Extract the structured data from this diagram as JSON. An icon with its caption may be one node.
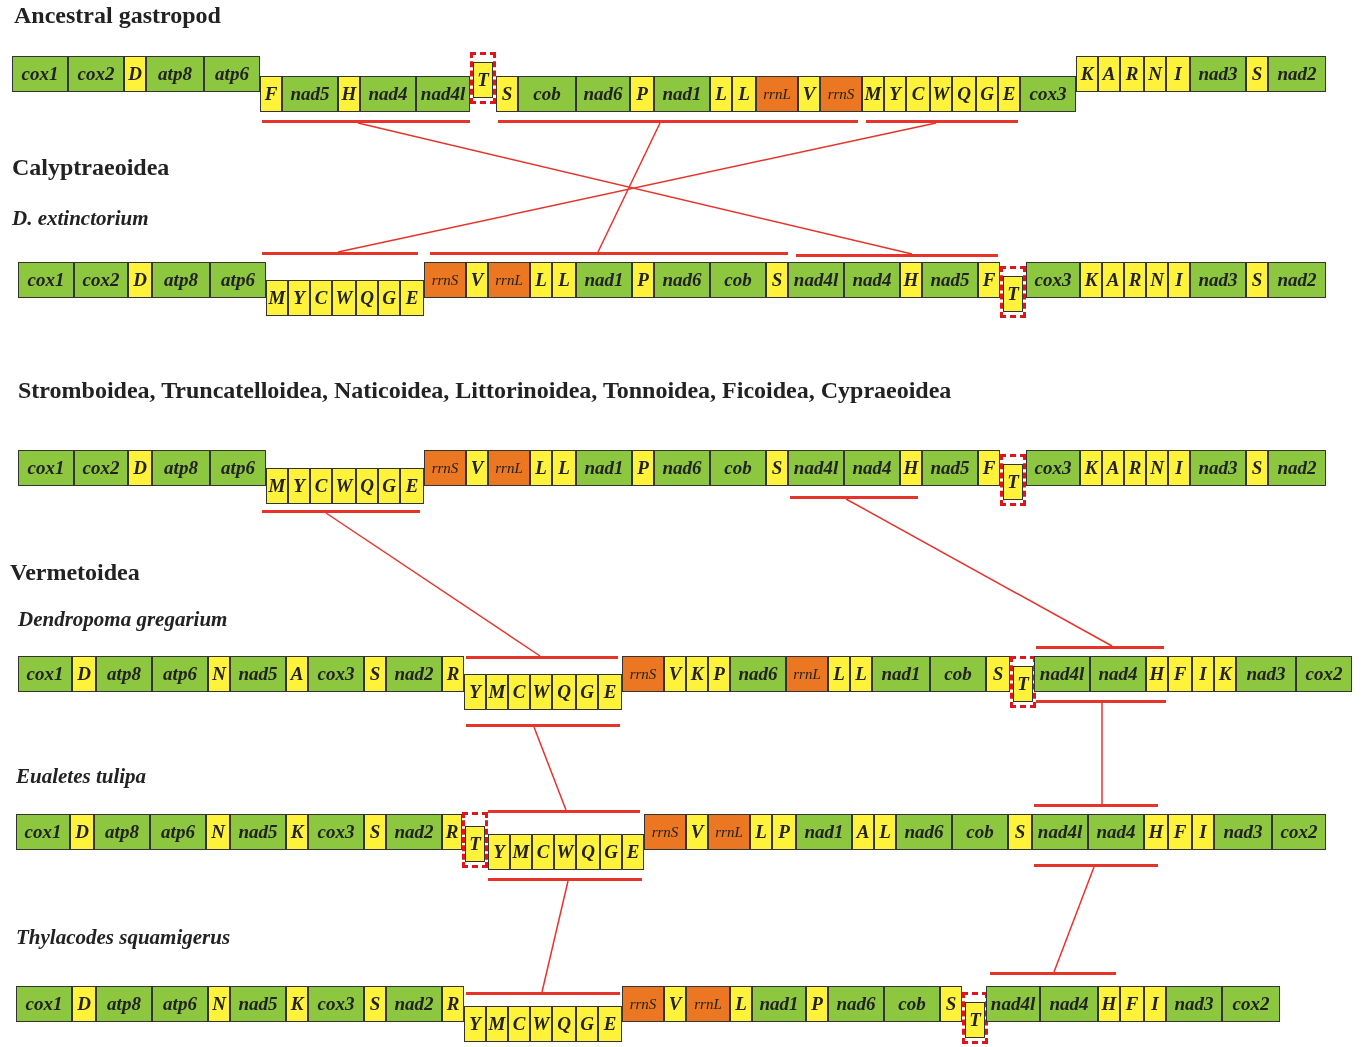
{
  "diagram": {
    "nodes": [
      {
        "text": [
          "cox1"
        ]
      },
      {
        "text": [
          "cox2"
        ]
      },
      {
        "text": [
          "D"
        ]
      },
      {
        "text": [
          "atp8"
        ]
      },
      {
        "text": [
          "atp6"
        ]
      },
      {
        "text": [
          "F"
        ]
      },
      {
        "text": [
          "nad5"
        ]
      },
      {
        "text": [
          "H"
        ]
      },
      {
        "text": [
          "nad4"
        ]
      },
      {
        "text": [
          "nad4l"
        ]
      },
      {
        "text": [],
        "shape": "box"
      },
      {
        "text": [
          "T"
        ],
        "in": 10
      },
      {
        "text": [
          "S"
        ]
      },
      {
        "text": [
          "cob"
        ]
      },
      {
        "text": [
          "nad6"
        ]
      },
      {
        "text": [
          "P"
        ]
      },
      {
        "text": [
          "nad1"
        ]
      },
      {
        "text": [
          "L"
        ]
      },
      {
        "text": [
          "L"
        ]
      },
      {
        "text": [
          "rrnL"
        ]
      },
      {
        "text": [
          "V"
        ]
      },
      {
        "text": [
          "rrnS"
        ]
      },
      {
        "text": [
          "M"
        ]
      },
      {
        "text": [
          "Y"
        ]
      },
      {
        "text": [
          "C"
        ]
      },
      {
        "text": [
          "W"
        ]
      },
      {
        "text": [
          "Q"
        ]
      },
      {
        "text": [
          "G"
        ]
      },
      {
        "text": [
          "E"
        ]
      },
      {
        "text": [
          "cox3"
        ]
      },
      {
        "text": [
          "K"
        ]
      },
      {
        "text": [
          "A"
        ]
      },
      {
        "text": [
          "R"
        ]
      },
      {
        "text": [
          "N"
        ]
      },
      {
        "text": [
          "I"
        ]
      },
      {
        "text": [
          "nad3"
        ]
      },
      {
        "text": [
          "S"
        ]
      },
      {
        "text": [
          "nad2"
        ]
      },
      {
        "text": [],
        "shape": "bar"
      },
      {
        "text": [],
        "shape": "bar"
      },
      {
        "text": [],
        "shape": "bar"
      },
      {
        "text": [
          "cox1"
        ]
      },
      {
        "text": [
          "cox2"
        ]
      },
      {
        "text": [
          "D"
        ]
      },
      {
        "text": [
          "atp8"
        ]
      },
      {
        "text": [
          "atp6"
        ]
      },
      {
        "text": [
          "M"
        ]
      },
      {
        "text": [
          "Y"
        ]
      },
      {
        "text": [
          "C"
        ]
      },
      {
        "text": [
          "W"
        ]
      },
      {
        "text": [
          "Q"
        ]
      },
      {
        "text": [
          "G"
        ]
      },
      {
        "text": [
          "E"
        ]
      },
      {
        "text": [
          "rrnS"
        ]
      },
      {
        "text": [
          "V"
        ]
      },
      {
        "text": [
          "rrnL"
        ]
      },
      {
        "text": [
          "L"
        ]
      },
      {
        "text": [
          "L"
        ]
      },
      {
        "text": [
          "nad1"
        ]
      },
      {
        "text": [
          "P"
        ]
      },
      {
        "text": [
          "nad6"
        ]
      },
      {
        "text": [
          "cob"
        ]
      },
      {
        "text": [
          "S"
        ]
      },
      {
        "text": [
          "nad4l"
        ]
      },
      {
        "text": [
          "nad4"
        ]
      },
      {
        "text": [
          "H"
        ]
      },
      {
        "text": [
          "nad5"
        ]
      },
      {
        "text": [
          "F"
        ]
      },
      {
        "text": [],
        "shape": "box"
      },
      {
        "text": [
          "T"
        ],
        "in": 68
      },
      {
        "text": [
          "cox3"
        ]
      },
      {
        "text": [
          "K"
        ]
      },
      {
        "text": [
          "A"
        ]
      },
      {
        "text": [
          "R"
        ]
      },
      {
        "text": [
          "N"
        ]
      },
      {
        "text": [
          "I"
        ]
      },
      {
        "text": [
          "nad3"
        ]
      },
      {
        "text": [
          "S"
        ]
      },
      {
        "text": [
          "nad2"
        ]
      },
      {
        "text": [],
        "shape": "bar"
      },
      {
        "text": [],
        "shape": "bar"
      },
      {
        "text": [],
        "shape": "bar"
      },
      {
        "text": [
          "cox1"
        ]
      },
      {
        "text": [
          "cox2"
        ]
      },
      {
        "text": [
          "D"
        ]
      },
      {
        "text": [
          "atp8"
        ]
      },
      {
        "text": [
          "atp6"
        ]
      },
      {
        "text": [
          "M"
        ]
      },
      {
        "text": [
          "Y"
        ]
      },
      {
        "text": [
          "C"
        ]
      },
      {
        "text": [
          "W"
        ]
      },
      {
        "text": [
          "Q"
        ]
      },
      {
        "text": [
          "G"
        ]
      },
      {
        "text": [
          "E"
        ]
      },
      {
        "text": [
          "rrnS"
        ]
      },
      {
        "text": [
          "V"
        ]
      },
      {
        "text": [
          "rrnL"
        ]
      },
      {
        "text": [
          "L"
        ]
      },
      {
        "text": [
          "L"
        ]
      },
      {
        "text": [
          "nad1"
        ]
      },
      {
        "text": [
          "P"
        ]
      },
      {
        "text": [
          "nad6"
        ]
      },
      {
        "text": [
          "cob"
        ]
      },
      {
        "text": [
          "S"
        ]
      },
      {
        "text": [
          "nad4l"
        ]
      },
      {
        "text": [
          "nad4"
        ]
      },
      {
        "text": [
          "H"
        ]
      },
      {
        "text": [
          "nad5"
        ]
      },
      {
        "text": [
          "F"
        ]
      },
      {
        "text": [],
        "shape": "box"
      },
      {
        "text": [
          "T"
        ],
        "in": 109
      },
      {
        "text": [
          "cox3"
        ]
      },
      {
        "text": [
          "K"
        ]
      },
      {
        "text": [
          "A"
        ]
      },
      {
        "text": [
          "R"
        ]
      },
      {
        "text": [
          "N"
        ]
      },
      {
        "text": [
          "I"
        ]
      },
      {
        "text": [
          "nad3"
        ]
      },
      {
        "text": [
          "S"
        ]
      },
      {
        "text": [
          "nad2"
        ]
      },
      {
        "text": [],
        "shape": "bar"
      },
      {
        "text": [],
        "shape": "bar"
      },
      {
        "text": [
          "cox1"
        ]
      },
      {
        "text": [
          "D"
        ]
      },
      {
        "text": [
          "atp8"
        ]
      },
      {
        "text": [
          "atp6"
        ]
      },
      {
        "text": [
          "N"
        ]
      },
      {
        "text": [
          "nad5"
        ]
      },
      {
        "text": [
          "A"
        ]
      },
      {
        "text": [
          "cox3"
        ]
      },
      {
        "text": [
          "S"
        ]
      },
      {
        "text": [
          "nad2"
        ]
      },
      {
        "text": [
          "R"
        ]
      },
      {
        "text": [
          "Y"
        ]
      },
      {
        "text": [
          "M"
        ]
      },
      {
        "text": [
          "C"
        ]
      },
      {
        "text": [
          "W"
        ]
      },
      {
        "text": [
          "Q"
        ]
      },
      {
        "text": [
          "G"
        ]
      },
      {
        "text": [
          "E"
        ]
      },
      {
        "text": [
          "rrnS"
        ]
      },
      {
        "text": [
          "V"
        ]
      },
      {
        "text": [
          "K"
        ]
      },
      {
        "text": [
          "P"
        ]
      },
      {
        "text": [
          "nad6"
        ]
      },
      {
        "text": [
          "rrnL"
        ]
      },
      {
        "text": [
          "L"
        ]
      },
      {
        "text": [
          "L"
        ]
      },
      {
        "text": [
          "nad1"
        ]
      },
      {
        "text": [
          "cob"
        ]
      },
      {
        "text": [
          "S"
        ]
      },
      {
        "text": [],
        "shape": "box"
      },
      {
        "text": [
          "T"
        ],
        "in": 151
      },
      {
        "text": [
          "nad4l"
        ]
      },
      {
        "text": [
          "nad4"
        ]
      },
      {
        "text": [
          "H"
        ]
      },
      {
        "text": [
          "F"
        ]
      },
      {
        "text": [
          "I"
        ]
      },
      {
        "text": [
          "K"
        ]
      },
      {
        "text": [
          "nad3"
        ]
      },
      {
        "text": [
          "cox2"
        ]
      },
      {
        "text": [],
        "shape": "bar"
      },
      {
        "text": [],
        "shape": "bar"
      },
      {
        "text": [],
        "shape": "bar"
      },
      {
        "text": [],
        "shape": "bar"
      },
      {
        "text": [
          "cox1"
        ]
      },
      {
        "text": [
          "D"
        ]
      },
      {
        "text": [
          "atp8"
        ]
      },
      {
        "text": [
          "atp6"
        ]
      },
      {
        "text": [
          "N"
        ]
      },
      {
        "text": [
          "nad5"
        ]
      },
      {
        "text": [
          "K"
        ]
      },
      {
        "text": [
          "cox3"
        ]
      },
      {
        "text": [
          "S"
        ]
      },
      {
        "text": [
          "nad2"
        ]
      },
      {
        "text": [
          "R"
        ]
      },
      {
        "text": [],
        "shape": "box"
      },
      {
        "text": [
          "T"
        ],
        "in": 176
      },
      {
        "text": [
          "Y"
        ]
      },
      {
        "text": [
          "M"
        ]
      },
      {
        "text": [
          "C"
        ]
      },
      {
        "text": [
          "W"
        ]
      },
      {
        "text": [
          "Q"
        ]
      },
      {
        "text": [
          "G"
        ]
      },
      {
        "text": [
          "E"
        ]
      },
      {
        "text": [
          "rrnS"
        ]
      },
      {
        "text": [
          "V"
        ]
      },
      {
        "text": [
          "rrnL"
        ]
      },
      {
        "text": [
          "L"
        ]
      },
      {
        "text": [
          "P"
        ]
      },
      {
        "text": [
          "nad1"
        ]
      },
      {
        "text": [
          "A"
        ]
      },
      {
        "text": [
          "L"
        ]
      },
      {
        "text": [
          "nad6"
        ]
      },
      {
        "text": [
          "cob"
        ]
      },
      {
        "text": [
          "S"
        ]
      },
      {
        "text": [
          "nad4l"
        ]
      },
      {
        "text": [
          "nad4"
        ]
      },
      {
        "text": [
          "H"
        ]
      },
      {
        "text": [
          "F"
        ]
      },
      {
        "text": [
          "I"
        ]
      },
      {
        "text": [
          "nad3"
        ]
      },
      {
        "text": [
          "cox2"
        ]
      },
      {
        "text": [],
        "shape": "bar"
      },
      {
        "text": [],
        "shape": "bar"
      },
      {
        "text": [],
        "shape": "bar"
      },
      {
        "text": [],
        "shape": "bar"
      },
      {
        "text": [
          "cox1"
        ]
      },
      {
        "text": [
          "D"
        ]
      },
      {
        "text": [
          "atp8"
        ]
      },
      {
        "text": [
          "atp6"
        ]
      },
      {
        "text": [
          "N"
        ]
      },
      {
        "text": [
          "nad5"
        ]
      },
      {
        "text": [
          "K"
        ]
      },
      {
        "text": [
          "cox3"
        ]
      },
      {
        "text": [
          "S"
        ]
      },
      {
        "text": [
          "nad2"
        ]
      },
      {
        "text": [
          "R"
        ]
      },
      {
        "text": [
          "Y"
        ]
      },
      {
        "text": [
          "M"
        ]
      },
      {
        "text": [
          "C"
        ]
      },
      {
        "text": [
          "W"
        ]
      },
      {
        "text": [
          "Q"
        ]
      },
      {
        "text": [
          "G"
        ]
      },
      {
        "text": [
          "E"
        ]
      },
      {
        "text": [
          "rrnS"
        ]
      },
      {
        "text": [
          "V"
        ]
      },
      {
        "text": [
          "rrnL"
        ]
      },
      {
        "text": [
          "L"
        ]
      },
      {
        "text": [
          "nad1"
        ]
      },
      {
        "text": [
          "P"
        ]
      },
      {
        "text": [
          "nad6"
        ]
      },
      {
        "text": [
          "cob"
        ]
      },
      {
        "text": [
          "S"
        ]
      },
      {
        "text": [],
        "shape": "box"
      },
      {
        "text": [
          "T"
        ],
        "in": 234
      },
      {
        "text": [
          "nad4l"
        ]
      },
      {
        "text": [
          "nad4"
        ]
      },
      {
        "text": [
          "H"
        ]
      },
      {
        "text": [
          "F"
        ]
      },
      {
        "text": [
          "I"
        ]
      },
      {
        "text": [
          "nad3"
        ]
      },
      {
        "text": [
          "cox2"
        ]
      },
      {
        "text": [],
        "shape": "bar"
      },
      {
        "text": [],
        "shape": "bar"
      }
    ],
    "edges": [
      {
        "from": 38,
        "to": 81,
        "arrow": "none"
      },
      {
        "from": 39,
        "to": 80,
        "arrow": "none"
      },
      {
        "from": 40,
        "to": 79,
        "arrow": "none"
      },
      {
        "from": 120,
        "to": 161,
        "arrow": "none"
      },
      {
        "from": 121,
        "to": 163,
        "arrow": "none"
      },
      {
        "from": 162,
        "to": 203,
        "arrow": "none"
      },
      {
        "from": 164,
        "to": 205,
        "arrow": "none"
      },
      {
        "from": 204,
        "to": 243,
        "arrow": "none"
      },
      {
        "from": 206,
        "to": 244,
        "arrow": "none"
      }
    ],
    "labels": [
      "Ancestral gastropod",
      "Calyptraeoidea",
      "D. extinctorium",
      "Stromboidea, Truncatelloidea, Naticoidea, Littorinoidea, Tonnoidea, Ficoidea, Cypraeoidea",
      "Vermetoidea",
      "Dendropoma gregarium",
      "Eualetes tulipa",
      "Thylacodes squamigerus"
    ]
  }
}
